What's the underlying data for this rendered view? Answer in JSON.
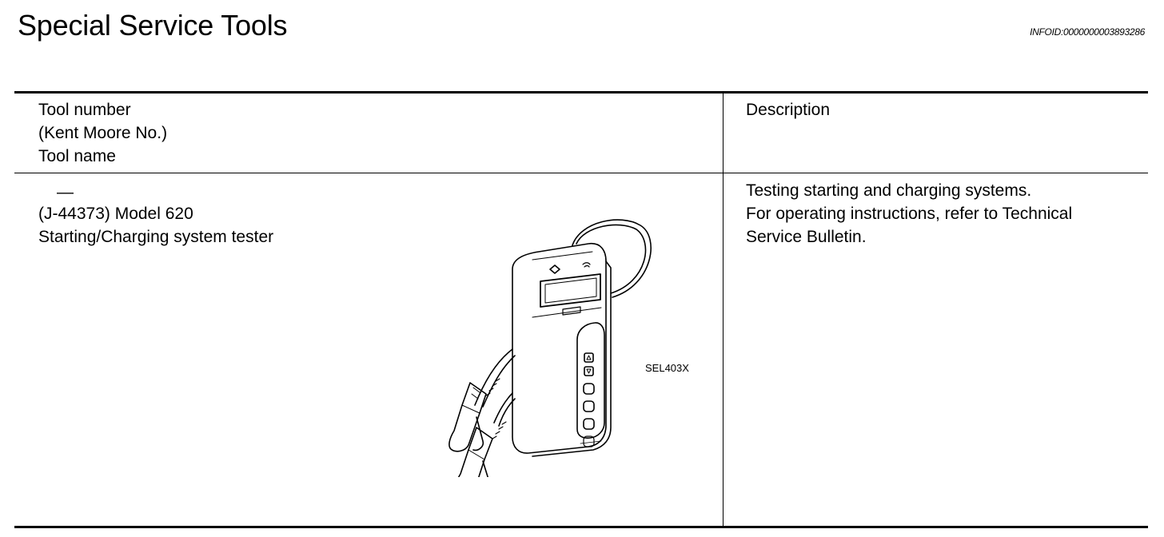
{
  "header": {
    "title": "Special Service Tools",
    "info_id": "INFOID:0000000003893286"
  },
  "table": {
    "headers": {
      "left": [
        "Tool number",
        "(Kent Moore No.)",
        "Tool name"
      ],
      "right": [
        "Description"
      ]
    },
    "rows": [
      {
        "tool_number": "—",
        "kent_moore_no": "(J-44373) Model 620",
        "tool_name": "Starting/Charging system tester",
        "figure_label": "SEL403X",
        "description": [
          "Testing starting and charging systems.",
          "For operating instructions, refer to Technical",
          "Service Bulletin."
        ]
      }
    ]
  },
  "icons": {
    "figure": "battery-tester-illustration"
  }
}
